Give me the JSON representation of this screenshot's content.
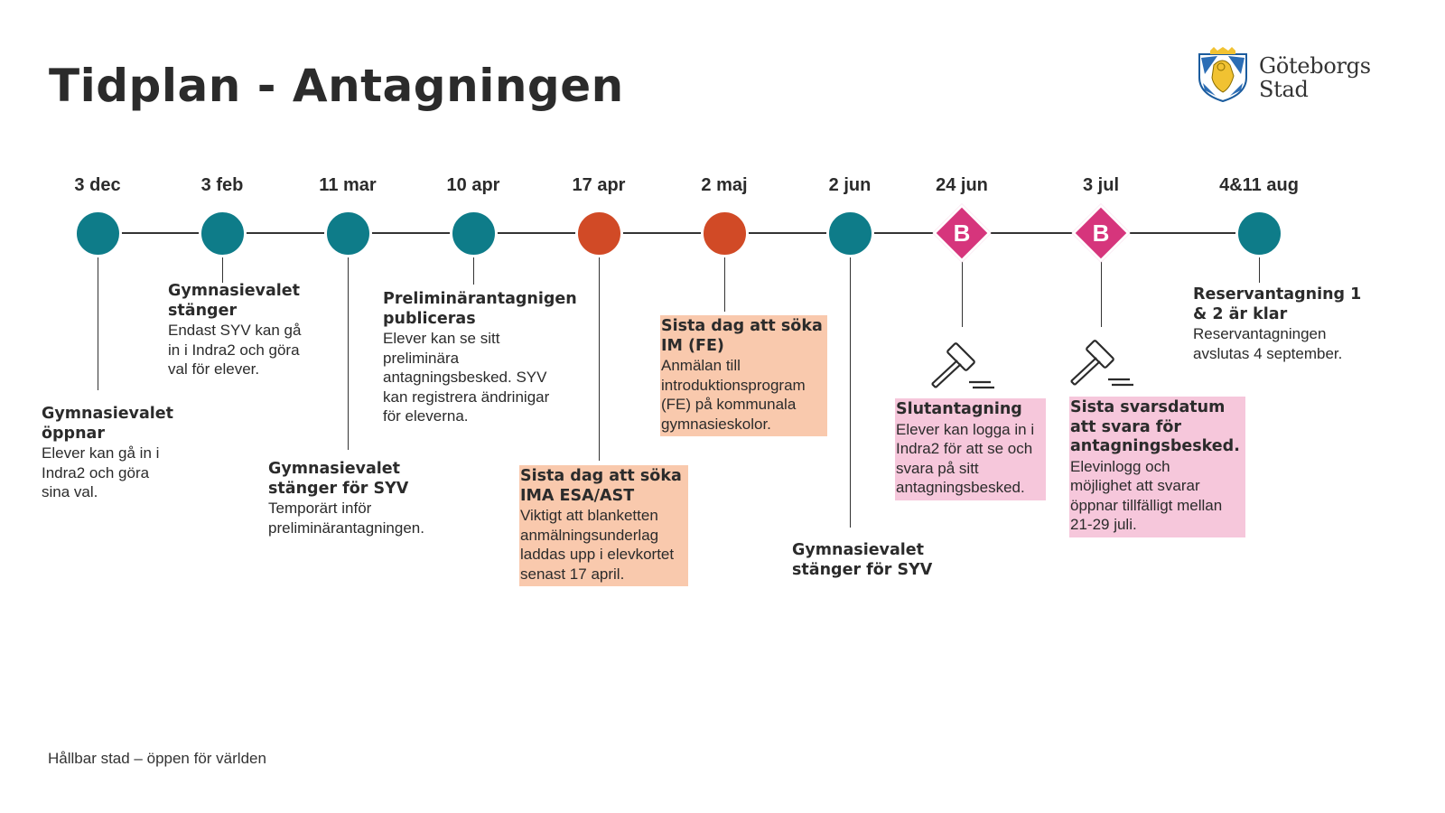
{
  "title": "Tidplan - Antagningen",
  "logo": {
    "line1": "Göteborgs",
    "line2": "Stad",
    "icon": "city-coat-of-arms-icon"
  },
  "colors": {
    "teal": "#0e7c89",
    "orange": "#d14a26",
    "pink": "#d6357c",
    "box_orange": "#f9c9ad",
    "box_pink": "#f6c7db"
  },
  "milestones": [
    {
      "date": "3 dec",
      "marker": "circle",
      "color": "teal"
    },
    {
      "date": "3 feb",
      "marker": "circle",
      "color": "teal"
    },
    {
      "date": "11 mar",
      "marker": "circle",
      "color": "teal"
    },
    {
      "date": "10 apr",
      "marker": "circle",
      "color": "teal"
    },
    {
      "date": "17 apr",
      "marker": "circle",
      "color": "orange"
    },
    {
      "date": "2 maj",
      "marker": "circle",
      "color": "orange"
    },
    {
      "date": "2 jun",
      "marker": "circle",
      "color": "teal"
    },
    {
      "date": "24 jun",
      "marker": "diamond",
      "letter": "B",
      "color": "pink"
    },
    {
      "date": "3 jul",
      "marker": "diamond",
      "letter": "B",
      "color": "pink"
    },
    {
      "date": "4&11 aug",
      "marker": "circle",
      "color": "teal"
    }
  ],
  "events": [
    {
      "title": [
        "Gymnasievalet",
        "öppnar"
      ],
      "body": [
        "Elever kan gå in i",
        "Indra2 och göra",
        "sina val."
      ]
    },
    {
      "title": [
        "Gymnasievalet",
        "stänger"
      ],
      "body": [
        "Endast SYV kan gå",
        "in i Indra2 och göra",
        "val för elever."
      ]
    },
    {
      "title": [
        "Gymnasievalet",
        "stänger för SYV"
      ],
      "body": [
        "Temporärt inför",
        "preliminärantagningen."
      ]
    },
    {
      "title": [
        "Preliminärantagnigen",
        "publiceras"
      ],
      "body": [
        "Elever kan se sitt",
        "preliminära",
        "antagningsbesked. SYV",
        "kan registrera ändrinigar",
        "för eleverna."
      ]
    },
    {
      "title": [
        "Sista dag att söka",
        "IMA ESA/AST"
      ],
      "body": [
        "Viktigt att blanketten",
        "anmälningsunderlag",
        "laddas upp i elevkortet",
        "senast 17 april."
      ]
    },
    {
      "title": [
        "Sista dag att söka",
        "IM (FE)"
      ],
      "body": [
        "Anmälan till",
        "introduktionsprogram",
        "(FE) på kommunala",
        "gymnasieskolor."
      ]
    },
    {
      "title": [
        "Gymnasievalet",
        "stänger för SYV"
      ],
      "body": []
    },
    {
      "title": [
        "Slutantagning"
      ],
      "body": [
        "Elever kan logga in i",
        "Indra2 för att se och",
        "svara på sitt",
        "antagningsbesked."
      ],
      "icon": "gavel-icon"
    },
    {
      "title": [
        "Sista svarsdatum",
        "att svara för",
        "antagningsbesked."
      ],
      "body": [
        "Elevinlogg och",
        "möjlighet att svarar",
        "öppnar tillfälligt mellan",
        "21-29 juli."
      ],
      "icon": "gavel-icon"
    },
    {
      "title": [
        "Reservantagning 1",
        "& 2 är klar"
      ],
      "body": [
        "Reservantagningen",
        "avslutas 4 september."
      ]
    }
  ],
  "footer": "Hållbar stad – öppen för världen"
}
